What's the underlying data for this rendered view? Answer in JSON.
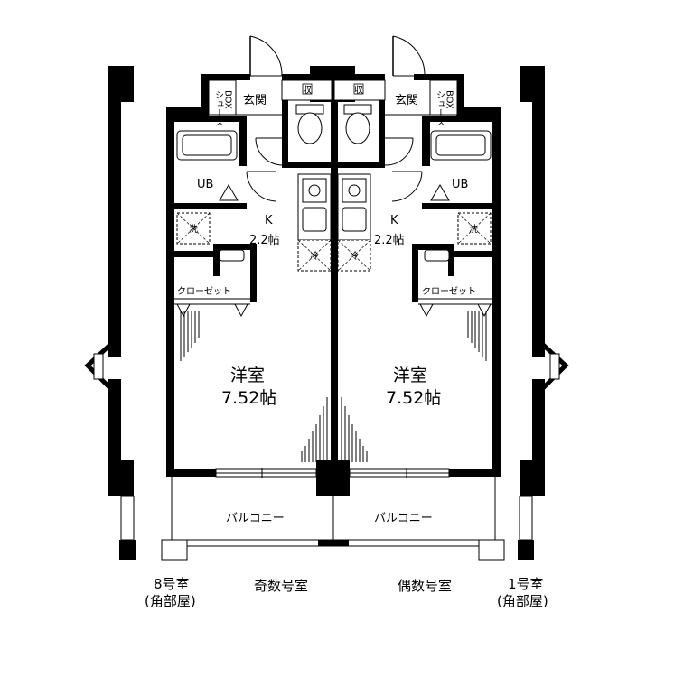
{
  "units": {
    "left": {
      "genkan": "玄関",
      "shoes_box_line1": "シューズ",
      "shoes_box_line2": "BOX",
      "ub": "UB",
      "kitchen": "K",
      "kitchen_size": "2.2帖",
      "washer": "洗",
      "fridge": "冷",
      "closet": "クローゼット",
      "room": "洋室",
      "room_size": "7.52帖",
      "balcony": "バルコニー",
      "storage_mark": "収"
    },
    "right": {
      "genkan": "玄関",
      "shoes_box_line1": "シューズ",
      "shoes_box_line2": "BOX",
      "ub": "UB",
      "kitchen": "K",
      "kitchen_size": "2.2帖",
      "washer": "洗",
      "fridge": "冷",
      "closet": "クローゼット",
      "room": "洋室",
      "room_size": "7.52帖",
      "balcony": "バルコニー",
      "storage_mark": "収"
    }
  },
  "captions": {
    "room8_line1": "8号室",
    "room8_line2": "(角部屋)",
    "odd": "奇数号室",
    "even": "偶数号室",
    "room1_line1": "1号室",
    "room1_line2": "(角部屋)"
  }
}
